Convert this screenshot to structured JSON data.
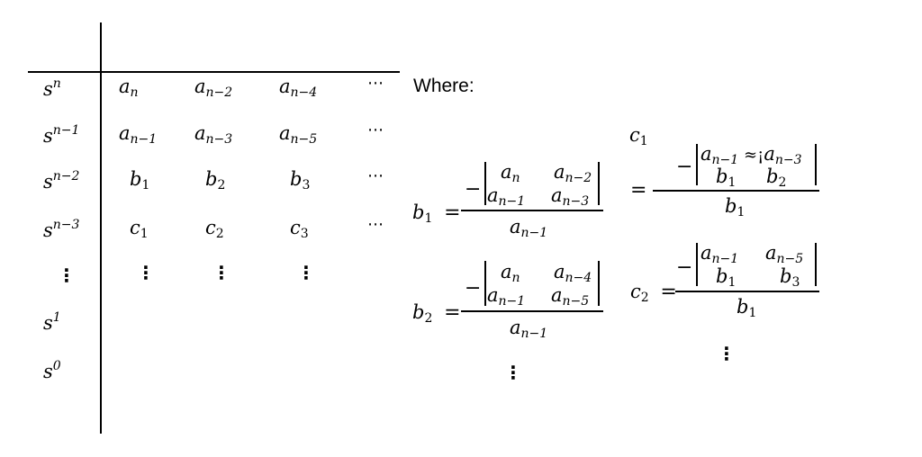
{
  "rows": [
    {
      "label_base": "s",
      "label_exp": "n",
      "cells": [
        {
          "b": "a",
          "s": "n"
        },
        {
          "b": "a",
          "s": "n−2"
        },
        {
          "b": "a",
          "s": "n−4"
        }
      ],
      "tail": "⋯"
    },
    {
      "label_base": "s",
      "label_exp": "n−1",
      "cells": [
        {
          "b": "a",
          "s": "n−1"
        },
        {
          "b": "a",
          "s": "n−3"
        },
        {
          "b": "a",
          "s": "n−5"
        }
      ],
      "tail": "⋯"
    },
    {
      "label_base": "s",
      "label_exp": "n−2",
      "cells": [
        {
          "b": "b",
          "s": "1"
        },
        {
          "b": "b",
          "s": "2"
        },
        {
          "b": "b",
          "s": "3"
        }
      ],
      "tail": "⋯"
    },
    {
      "label_base": "s",
      "label_exp": "n−3",
      "cells": [
        {
          "b": "c",
          "s": "1"
        },
        {
          "b": "c",
          "s": "2"
        },
        {
          "b": "c",
          "s": "3"
        }
      ],
      "tail": "⋯"
    },
    {
      "label_base": "⋮",
      "label_exp": "",
      "cells": [
        {
          "b": "⋮",
          "s": ""
        },
        {
          "b": "⋮",
          "s": ""
        },
        {
          "b": "⋮",
          "s": ""
        }
      ],
      "tail": ""
    },
    {
      "label_base": "s",
      "label_exp": "1",
      "cells": [],
      "tail": ""
    },
    {
      "label_base": "s",
      "label_exp": "0",
      "cells": [],
      "tail": ""
    }
  ],
  "where_label": "Where:",
  "sym": {
    "minus": "−",
    "equals": "=",
    "vdots": "⋮",
    "approx": "≈¡",
    "a": "a",
    "b": "b",
    "c": "c",
    "n": "n",
    "nm1": "n−1",
    "nm2": "n−2",
    "nm3": "n−3",
    "nm4": "n−4",
    "nm5": "n−5",
    "one": "1",
    "two": "2",
    "three": "3"
  }
}
